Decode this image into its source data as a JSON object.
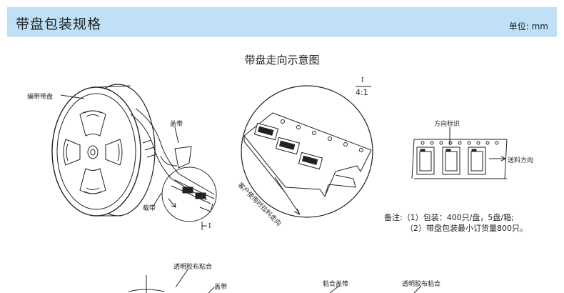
{
  "header": {
    "title": "带盘包装规格",
    "unit": "单位: mm"
  },
  "diagram": {
    "title": "带盘走向示意图",
    "labels": {
      "reel": "编带带盘",
      "cover_tape": "盖带",
      "carrier_tape": "载带",
      "section_mark": "I",
      "section_mark_top": "I",
      "scale": "4:1",
      "customer_direction": "客户使用时拉料走向",
      "direction_mark": "方向标识",
      "feed_direction": "送料方向",
      "bottom_transparent_tape_1": "透明胶布粘合",
      "bottom_cover_tape": "盖带",
      "bottom_bonded_cover_tape": "粘合盖带",
      "bottom_transparent_tape_2": "透明胶布粘合"
    }
  },
  "notes": {
    "line1": "备注:（1）包装：400只/盘，5盘/箱;",
    "line2": "（2）带盘包装最小订货量800只。"
  }
}
